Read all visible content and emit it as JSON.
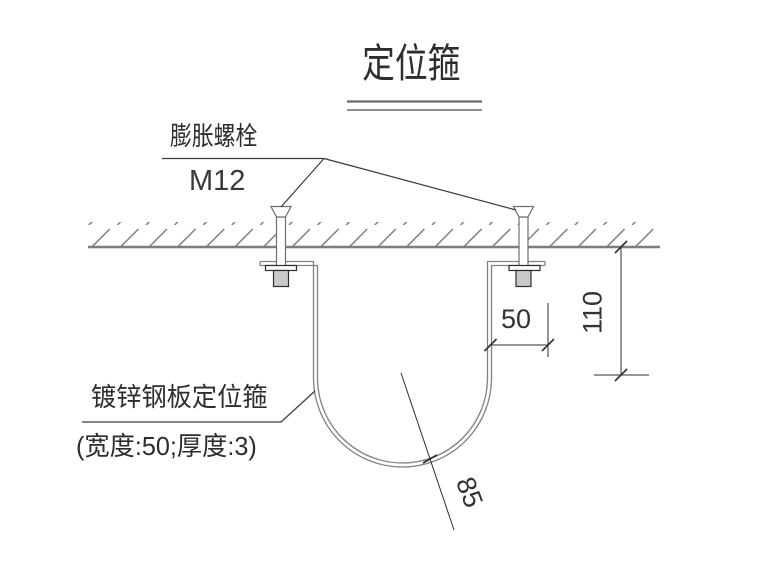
{
  "title": {
    "text": "定位箍"
  },
  "callouts": {
    "expansion_bolt": {
      "name": "膨胀螺栓",
      "spec": "M12"
    },
    "hoop": {
      "name": "镀锌钢板定位箍",
      "spec": "(宽度:50;厚度:3)"
    }
  },
  "dimensions": {
    "flange_length": "50",
    "hanger_height": "110",
    "arc_radius": "85"
  },
  "colors": {
    "geometry_line": "#7d7d7d",
    "annotation_line": "#2e2e2e",
    "text": "#2d2d2d",
    "nut_fill": "#c9c9c9",
    "background": "#ffffff"
  }
}
